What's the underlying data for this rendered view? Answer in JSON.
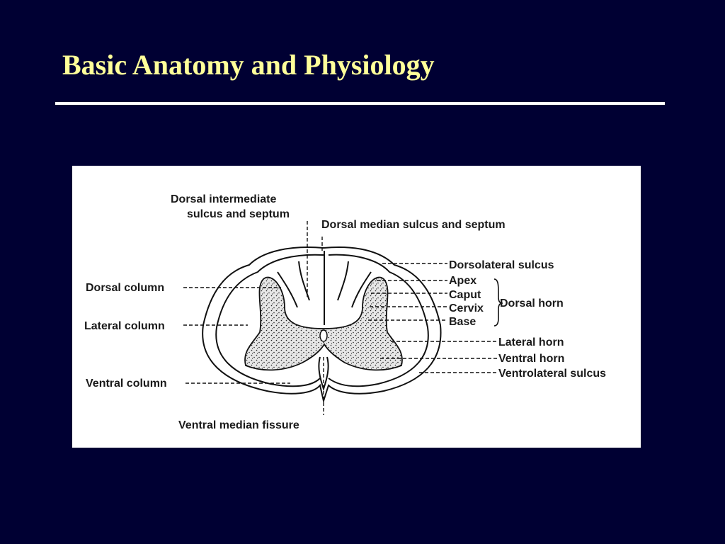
{
  "slide": {
    "title": "Basic Anatomy and Physiology",
    "colors": {
      "background": "#000033",
      "title": "#ffff99",
      "rule": "#ffffff",
      "panel": "#ffffff",
      "grey_matter_fill": "#e6e6e6"
    }
  },
  "diagram": {
    "labels": {
      "dorsal_intermediate_line1": "Dorsal intermediate",
      "dorsal_intermediate_line2": "sulcus and septum",
      "dorsal_median": "Dorsal median sulcus and septum",
      "dorsolateral_sulcus": "Dorsolateral sulcus",
      "apex": "Apex",
      "caput": "Caput",
      "cervix": "Cervix",
      "base": "Base",
      "dorsal_horn": "Dorsal horn",
      "lateral_horn": "Lateral horn",
      "ventral_horn": "Ventral horn",
      "ventrolateral_sulcus": "Ventrolateral sulcus",
      "dorsal_column": "Dorsal column",
      "lateral_column": "Lateral column",
      "ventral_column": "Ventral column",
      "ventral_median_fissure": "Ventral median fissure"
    }
  }
}
